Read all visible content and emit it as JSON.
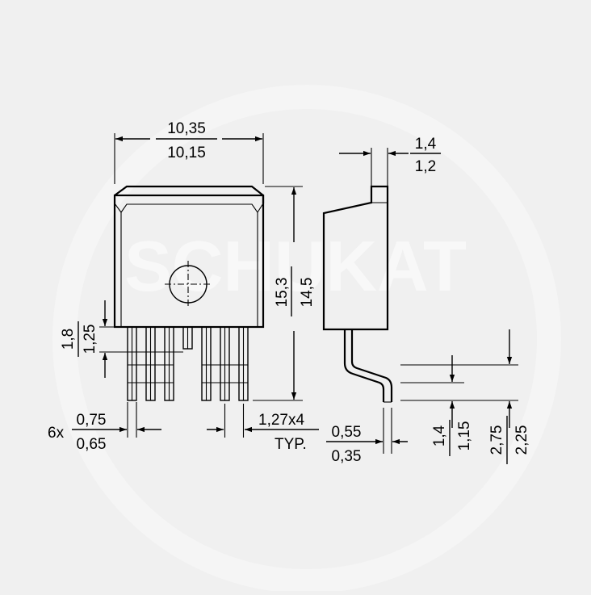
{
  "watermark": "SCHUKAT",
  "dimensions": {
    "body_width_max": "10,35",
    "body_width_min": "10,15",
    "body_height_max": "15,3",
    "body_height_min": "14,5",
    "lead_step_max": "1,8",
    "lead_step_min": "1,25",
    "lead_count_prefix": "6x",
    "lead_width_max": "0,75",
    "lead_width_min": "0,65",
    "pitch": "1,27x4",
    "pitch_note": "TYP.",
    "tab_thickness_max": "1,4",
    "tab_thickness_min": "1,2",
    "lead_thickness_max": "0,55",
    "lead_thickness_min": "0,35",
    "standoff_max": "1,4",
    "standoff_min": "1,15",
    "lead_drop_max": "2,75",
    "lead_drop_min": "2,25"
  }
}
